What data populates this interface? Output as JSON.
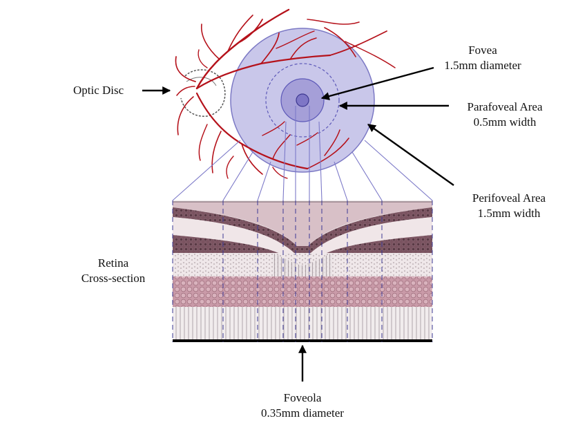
{
  "labels": {
    "optic_disc": "Optic Disc",
    "fovea_title": "Fovea",
    "fovea_size": "1.5mm diameter",
    "parafoveal_title": "Parafoveal Area",
    "parafoveal_size": "0.5mm width",
    "perifoveal_title": "Perifoveal Area",
    "perifoveal_size": "1.5mm width",
    "retina_line1": "Retina",
    "retina_line2": "Cross-section",
    "foveola_title": "Foveola",
    "foveola_size": "0.35mm diameter"
  },
  "colors": {
    "perifoveal_fill": "#c9c7ea",
    "perifoveal_stroke": "#7b78c4",
    "parafovea_ring": "#5c58b8",
    "fovea_fill": "#a59fd8",
    "foveola_fill": "#7e76c6",
    "vessels": "#b5121b",
    "arrows": "#000000",
    "retina_pink": "#e6c7cc",
    "retina_dark": "#6e4a55",
    "retina_cells": "#cf9fae"
  }
}
